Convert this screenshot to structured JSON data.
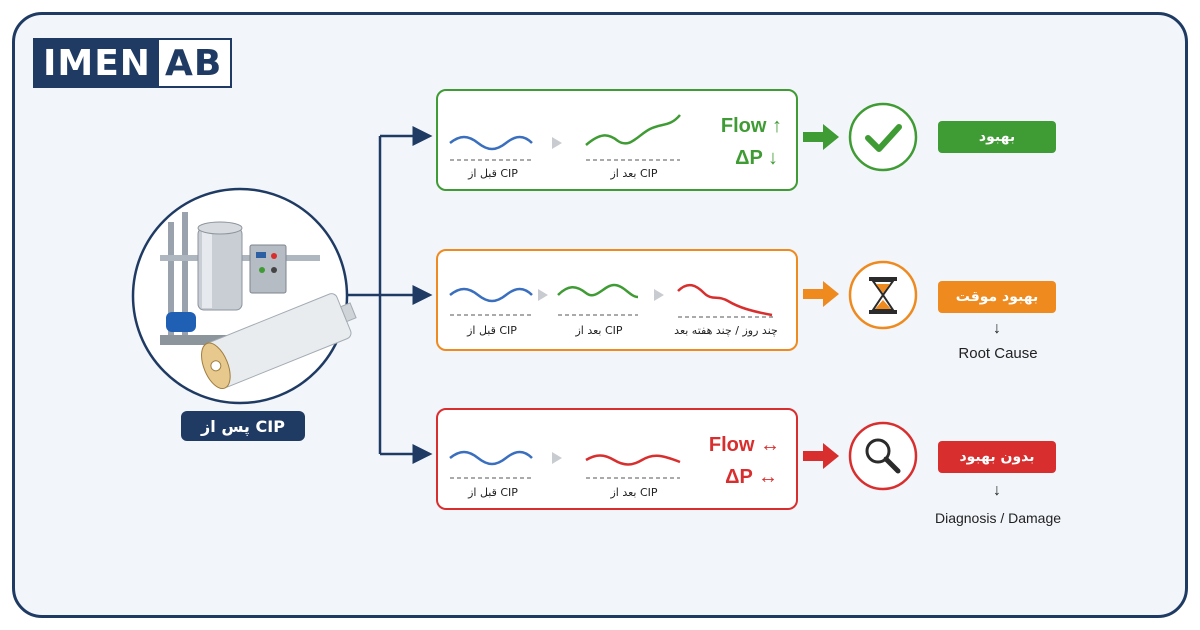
{
  "logo": {
    "part1": "IMEN",
    "part2": "AB"
  },
  "source": {
    "label": "پس از CIP"
  },
  "captions": {
    "before": "قبل از CIP",
    "after": "بعد از CIP",
    "later": "چند روز / چند هفته بعد"
  },
  "outcomes": {
    "improve": {
      "flow": "Flow ↑",
      "dp": "ΔP ↓",
      "badge": "بهبود",
      "icon": "checkmark-icon",
      "color": "#3f9b33"
    },
    "temporary": {
      "badge": "بهبود موقت",
      "arrow": "↓",
      "note": "Root Cause",
      "icon": "hourglass-icon",
      "color": "#ef8a1f"
    },
    "none": {
      "flow": "Flow ↔",
      "dp": "ΔP ↔",
      "badge": "بدون بهبود",
      "arrow": "↓",
      "note": "Diagnosis / Damage",
      "icon": "magnifier-icon",
      "color": "#d92e2e"
    }
  },
  "colors": {
    "navy": "#1f3b63",
    "blue_curve": "#3a6fc0",
    "green": "#3f9b33",
    "orange": "#ef8a1f",
    "red": "#d92e2e"
  }
}
